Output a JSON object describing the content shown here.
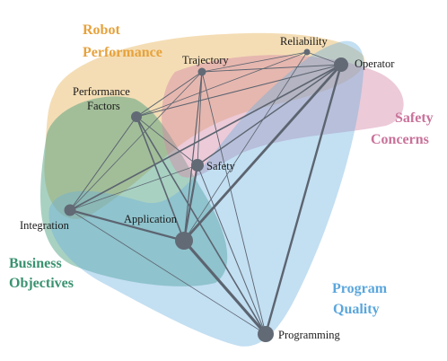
{
  "colors": {
    "robot_performance": "#e6b45a",
    "safety_concerns": "#d48aa8",
    "program_quality": "#6aaedf",
    "business_objectives": "#3f9a78",
    "node": "#626a75",
    "edge": "#5c6470"
  },
  "groups": {
    "robot_performance": {
      "line1": "Robot",
      "line2": "Performance"
    },
    "safety_concerns": {
      "line1": "Safety",
      "line2": "Concerns"
    },
    "program_quality": {
      "line1": "Program",
      "line2": "Quality"
    },
    "business_objectives": {
      "line1": "Business",
      "line2": "Objectives"
    }
  },
  "nodes": {
    "reliability": "Reliability",
    "trajectory": "Trajectory",
    "operator": "Operator",
    "performance_factors_1": "Performance",
    "performance_factors_2": "Factors",
    "safety": "Safety",
    "integration": "Integration",
    "application": "Application",
    "programming": "Programming"
  }
}
